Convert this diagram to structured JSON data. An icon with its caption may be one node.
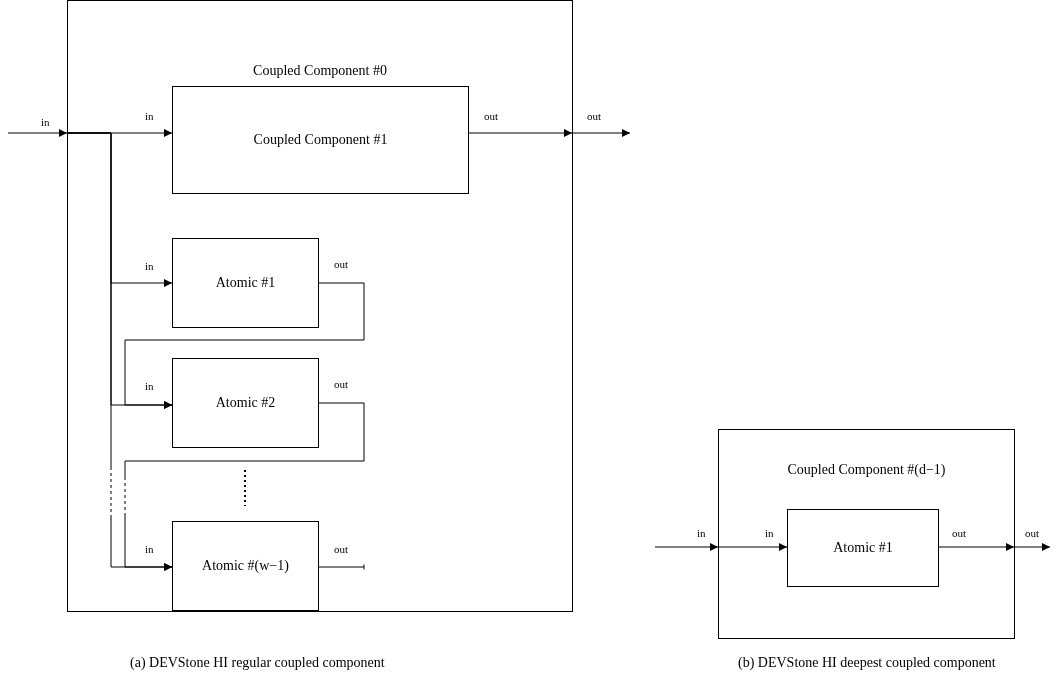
{
  "diagram": {
    "nodes": [
      {
        "text": [
          "Coupled Component #0"
        ]
      },
      {
        "text": [
          "Coupled Component #1"
        ],
        "in": 0
      },
      {
        "text": [
          "Atomic #1"
        ],
        "in": 0
      },
      {
        "text": [
          "Atomic #2"
        ],
        "in": 0
      },
      {
        "text": [
          "Atomic #(w−1)"
        ],
        "in": 0
      },
      {
        "text": [
          "Coupled Component #(d−1)"
        ]
      },
      {
        "text": [
          "Atomic #1"
        ],
        "in": 5
      }
    ],
    "edges": [
      {
        "from": null,
        "to": 0,
        "arrow": "to",
        "label": "in"
      },
      {
        "from": 0,
        "to": 1,
        "arrow": "to",
        "label": "in"
      },
      {
        "from": 0,
        "to": 2,
        "arrow": "to",
        "label": "in"
      },
      {
        "from": 0,
        "to": 3,
        "arrow": "to",
        "label": "in"
      },
      {
        "from": 0,
        "to": 4,
        "arrow": "to",
        "label": "in",
        "style": "dashed"
      },
      {
        "from": 1,
        "to": 0,
        "arrow": "to",
        "label": "out"
      },
      {
        "from": 0,
        "to": null,
        "arrow": "to",
        "label": "out"
      },
      {
        "from": 2,
        "to": 3,
        "arrow": "to",
        "label": "out"
      },
      {
        "from": 3,
        "to": 4,
        "arrow": "to",
        "label": "out",
        "style": "dashed"
      },
      {
        "from": 4,
        "to": null,
        "arrow": "other",
        "label": "out"
      },
      {
        "from": null,
        "to": 5,
        "arrow": "to",
        "label": "in"
      },
      {
        "from": 5,
        "to": 6,
        "arrow": "to",
        "label": "in"
      },
      {
        "from": 6,
        "to": 5,
        "arrow": "to",
        "label": "out"
      },
      {
        "from": 5,
        "to": null,
        "arrow": "to",
        "label": "out"
      }
    ],
    "labels": [
      "(a) DEVStone HI regular coupled component",
      "(b) DEVStone HI deepest coupled component"
    ]
  }
}
